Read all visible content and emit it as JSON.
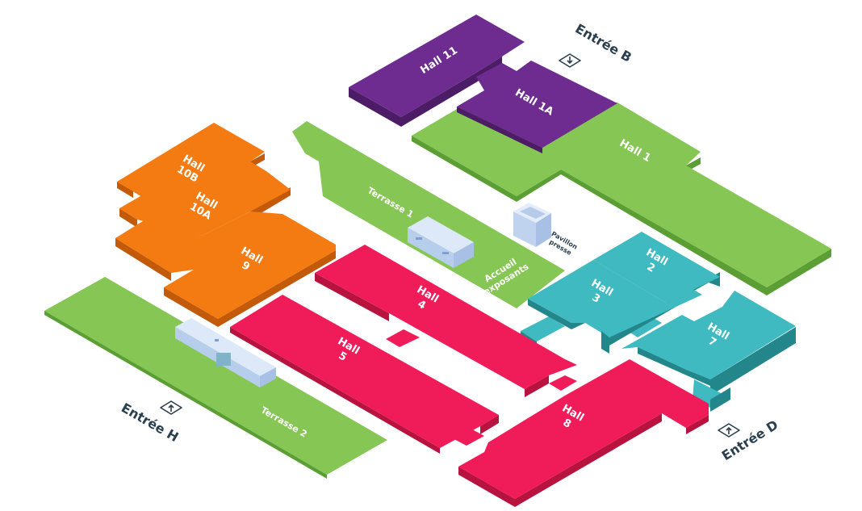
{
  "colors": {
    "green": "#86c655",
    "green_side": "#5a9e34",
    "purple": "#6e2b90",
    "purple_side": "#4d1c66",
    "orange": "#f47a12",
    "orange_side": "#c25a0a",
    "red": "#f01c5a",
    "red_side": "#b8123f",
    "teal": "#3ebac0",
    "teal_side": "#23868b",
    "building": "#c8daf2",
    "label_dark": "#2b3f4f"
  },
  "halls": {
    "hall_11": "Hall 11",
    "hall_1a": "Hall 1A",
    "hall_1": "Hall 1",
    "hall_10b": [
      "Hall",
      "10B"
    ],
    "hall_10a": [
      "Hall",
      "10A"
    ],
    "hall_9": [
      "Hall",
      "9"
    ],
    "hall_4": [
      "Hall",
      "4"
    ],
    "hall_5": [
      "Hall",
      "5"
    ],
    "hall_8": [
      "Hall",
      "8"
    ],
    "hall_2": [
      "Hall",
      "2"
    ],
    "hall_3": [
      "Hall",
      "3"
    ],
    "hall_7": [
      "Hall",
      "7"
    ]
  },
  "areas": {
    "terrasse_1": "Terrasse 1",
    "terrasse_2": "Terrasse 2",
    "accueil": [
      "Accueil",
      "exposants"
    ],
    "pavillon": [
      "Pavillon",
      "presse"
    ]
  },
  "entrances": {
    "entree_b": "Entrée B",
    "entree_h": "Entrée H",
    "entree_d": "Entrée D"
  },
  "icons": {
    "entree_b": "entry-down-icon",
    "entree_h": "entry-up-icon",
    "entree_d": "entry-up-icon"
  }
}
